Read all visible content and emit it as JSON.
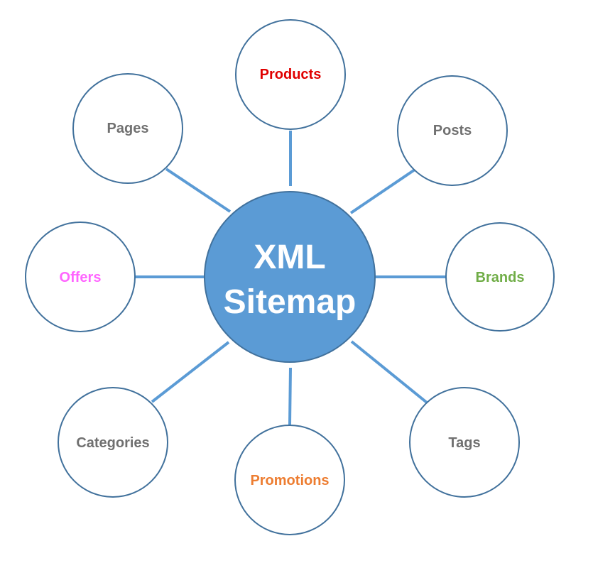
{
  "diagram": {
    "center": {
      "line1": "XML",
      "line2": "Sitemap",
      "fill_color": "#5b9bd5",
      "text_color": "#ffffff"
    },
    "connector_color": "#5b9bd5",
    "outline_color": "#41719c",
    "nodes": [
      {
        "id": "products",
        "label": "Products",
        "color": "#e00000"
      },
      {
        "id": "posts",
        "label": "Posts",
        "color": "#707070"
      },
      {
        "id": "brands",
        "label": "Brands",
        "color": "#70ad47"
      },
      {
        "id": "tags",
        "label": "Tags",
        "color": "#707070"
      },
      {
        "id": "promotions",
        "label": "Promotions",
        "color": "#ed7d31"
      },
      {
        "id": "categories",
        "label": "Categories",
        "color": "#707070"
      },
      {
        "id": "offers",
        "label": "Offers",
        "color": "#ff66ff"
      },
      {
        "id": "pages",
        "label": "Pages",
        "color": "#707070"
      }
    ]
  }
}
